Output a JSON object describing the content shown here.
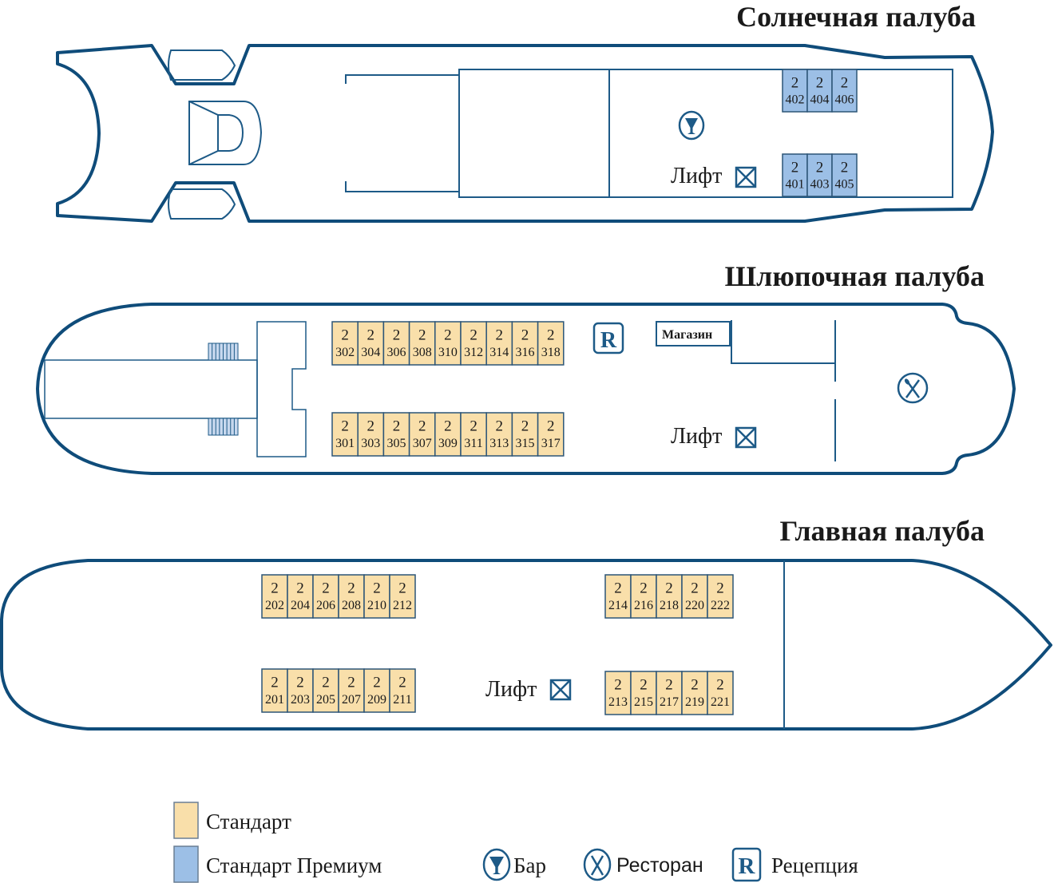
{
  "decks": {
    "sun": {
      "title": "Солнечная палуба",
      "lift_label": "Лифт",
      "cabins_top": [
        {
          "capacity": "2",
          "number": "402",
          "class": "premium"
        },
        {
          "capacity": "2",
          "number": "404",
          "class": "premium"
        },
        {
          "capacity": "2",
          "number": "406",
          "class": "premium"
        }
      ],
      "cabins_bottom": [
        {
          "capacity": "2",
          "number": "401",
          "class": "premium"
        },
        {
          "capacity": "2",
          "number": "403",
          "class": "premium"
        },
        {
          "capacity": "2",
          "number": "405",
          "class": "premium"
        }
      ],
      "icons": [
        "bar-icon",
        "lift-icon"
      ]
    },
    "boat": {
      "title": "Шлюпочная палуба",
      "lift_label": "Лифт",
      "shop_label": "Магазин",
      "reception_letter": "R",
      "cabins_top": [
        {
          "capacity": "2",
          "number": "302",
          "class": "standard"
        },
        {
          "capacity": "2",
          "number": "304",
          "class": "standard"
        },
        {
          "capacity": "2",
          "number": "306",
          "class": "standard"
        },
        {
          "capacity": "2",
          "number": "308",
          "class": "standard"
        },
        {
          "capacity": "2",
          "number": "310",
          "class": "standard"
        },
        {
          "capacity": "2",
          "number": "312",
          "class": "standard"
        },
        {
          "capacity": "2",
          "number": "314",
          "class": "standard"
        },
        {
          "capacity": "2",
          "number": "316",
          "class": "standard"
        },
        {
          "capacity": "2",
          "number": "318",
          "class": "standard"
        }
      ],
      "cabins_bottom": [
        {
          "capacity": "2",
          "number": "301",
          "class": "standard"
        },
        {
          "capacity": "2",
          "number": "303",
          "class": "standard"
        },
        {
          "capacity": "2",
          "number": "305",
          "class": "standard"
        },
        {
          "capacity": "2",
          "number": "307",
          "class": "standard"
        },
        {
          "capacity": "2",
          "number": "309",
          "class": "standard"
        },
        {
          "capacity": "2",
          "number": "311",
          "class": "standard"
        },
        {
          "capacity": "2",
          "number": "313",
          "class": "standard"
        },
        {
          "capacity": "2",
          "number": "315",
          "class": "standard"
        },
        {
          "capacity": "2",
          "number": "317",
          "class": "standard"
        }
      ],
      "icons": [
        "reception-icon",
        "restaurant-icon",
        "lift-icon"
      ]
    },
    "main": {
      "title": "Главная палуба",
      "lift_label": "Лифт",
      "cabins_top_aft": [
        {
          "capacity": "2",
          "number": "202",
          "class": "standard"
        },
        {
          "capacity": "2",
          "number": "204",
          "class": "standard"
        },
        {
          "capacity": "2",
          "number": "206",
          "class": "standard"
        },
        {
          "capacity": "2",
          "number": "208",
          "class": "standard"
        },
        {
          "capacity": "2",
          "number": "210",
          "class": "standard"
        },
        {
          "capacity": "2",
          "number": "212",
          "class": "standard"
        }
      ],
      "cabins_bottom_aft": [
        {
          "capacity": "2",
          "number": "201",
          "class": "standard"
        },
        {
          "capacity": "2",
          "number": "203",
          "class": "standard"
        },
        {
          "capacity": "2",
          "number": "205",
          "class": "standard"
        },
        {
          "capacity": "2",
          "number": "207",
          "class": "standard"
        },
        {
          "capacity": "2",
          "number": "209",
          "class": "standard"
        },
        {
          "capacity": "2",
          "number": "211",
          "class": "standard"
        }
      ],
      "cabins_top_fwd": [
        {
          "capacity": "2",
          "number": "214",
          "class": "standard"
        },
        {
          "capacity": "2",
          "number": "216",
          "class": "standard"
        },
        {
          "capacity": "2",
          "number": "218",
          "class": "standard"
        },
        {
          "capacity": "2",
          "number": "220",
          "class": "standard"
        },
        {
          "capacity": "2",
          "number": "222",
          "class": "standard"
        }
      ],
      "cabins_bottom_fwd": [
        {
          "capacity": "2",
          "number": "213",
          "class": "standard"
        },
        {
          "capacity": "2",
          "number": "215",
          "class": "standard"
        },
        {
          "capacity": "2",
          "number": "217",
          "class": "standard"
        },
        {
          "capacity": "2",
          "number": "219",
          "class": "standard"
        },
        {
          "capacity": "2",
          "number": "221",
          "class": "standard"
        }
      ],
      "icons": [
        "lift-icon"
      ]
    }
  },
  "legend": {
    "standard": {
      "label": "Стандарт",
      "color": "#f9dfaa"
    },
    "premium": {
      "label": "Стандарт Премиум",
      "color": "#9cbfe6"
    },
    "bar": {
      "label": "Бар"
    },
    "restaurant": {
      "label": "Ресторан"
    },
    "reception": {
      "label": "Рецепция",
      "letter": "R"
    }
  },
  "colors": {
    "outline": "#0f4c7a",
    "standard": "#f9dfaa",
    "premium": "#9cbfe6"
  }
}
